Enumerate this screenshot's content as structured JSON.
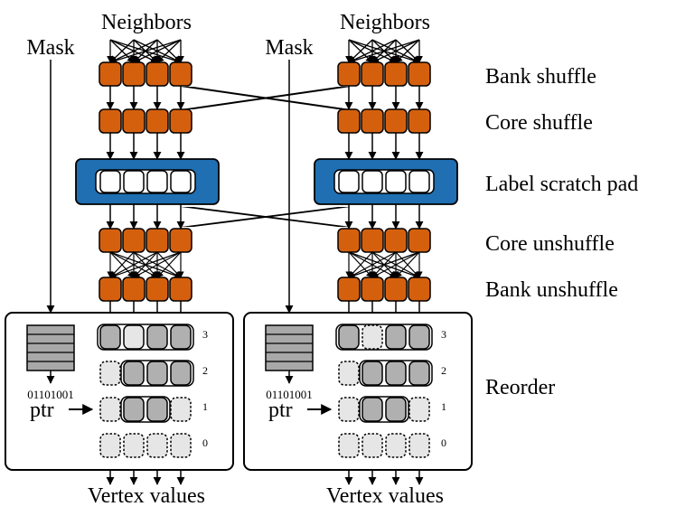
{
  "labels": {
    "neighbors": "Neighbors",
    "mask": "Mask",
    "vertex_values": "Vertex values",
    "bitmask": "01101001",
    "ptr": "ptr"
  },
  "stages": [
    {
      "key": "bank_shuffle",
      "label": "Bank shuffle"
    },
    {
      "key": "core_shuffle",
      "label": "Core shuffle"
    },
    {
      "key": "label_scratch_pad",
      "label": "Label scratch pad"
    },
    {
      "key": "core_unshuffle",
      "label": "Core unshuffle"
    },
    {
      "key": "bank_unshuffle",
      "label": "Bank unshuffle"
    },
    {
      "key": "reorder",
      "label": "Reorder"
    }
  ],
  "reorder": {
    "row_indices": [
      "3",
      "2",
      "1",
      "0"
    ],
    "left_rows": [
      [
        "filled",
        "empty",
        "filled",
        "filled"
      ],
      [
        "dotted",
        "filled",
        "filled",
        "filled"
      ],
      [
        "dotted",
        "filled",
        "filled",
        "dotted"
      ],
      [
        "dotted",
        "dotted",
        "dotted",
        "dotted"
      ]
    ],
    "right_rows": [
      [
        "filled",
        "dotted",
        "filled",
        "filled"
      ],
      [
        "dotted",
        "filled",
        "filled",
        "filled"
      ],
      [
        "dotted",
        "filled",
        "filled",
        "dotted"
      ],
      [
        "dotted",
        "dotted",
        "dotted",
        "dotted"
      ]
    ]
  },
  "colors": {
    "switch_orange": "#D4600E",
    "scratch_blue": "#1F6FB2",
    "slot_filled": "#B0B0B0",
    "slot_empty": "#E6E6E6",
    "fifo_gray": "#A8A8A8"
  },
  "icons": [
    "right-arrow-icon",
    "fifo-stack-icon"
  ]
}
